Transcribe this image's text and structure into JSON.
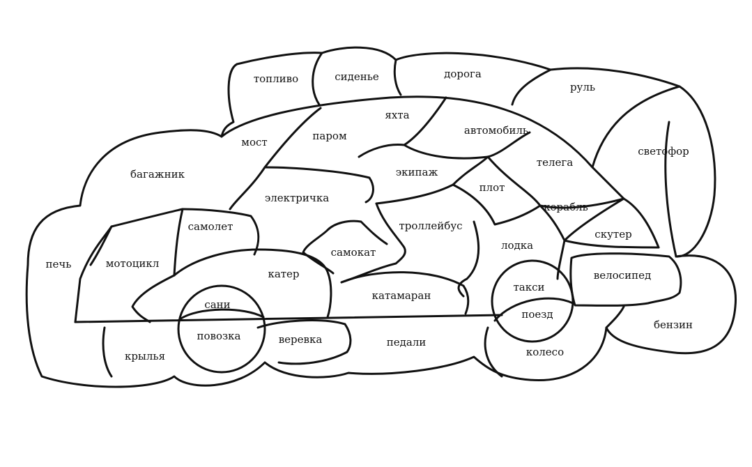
{
  "words": {
    "toplivo": "топливо",
    "sidenye": "сиденье",
    "doroga": "дорога",
    "rul": "руль",
    "svetofor": "светофор",
    "most": "мост",
    "parom": "паром",
    "yakhta": "яхта",
    "avtomobil": "автомобиль",
    "bagazhnik": "багажник",
    "ekipazh": "экипаж",
    "telega": "телега",
    "elektrichka": "электричка",
    "plot": "плот",
    "korabl": "корабль",
    "samolet": "самолет",
    "trolleybus": "троллейбус",
    "skuter": "скутер",
    "pech": "печь",
    "mototsikl": "мотоцикл",
    "samokat": "самокат",
    "lodka": "лодка",
    "velosiped": "велосипед",
    "kater": "катер",
    "taksi": "такси",
    "katamaran": "катамаран",
    "sani": "сани",
    "poezd": "поезд",
    "povozka": "повозка",
    "verevka": "веревка",
    "pedali": "педали",
    "benzin": "бензин",
    "krylya": "крылья",
    "koleso": "колесо"
  }
}
